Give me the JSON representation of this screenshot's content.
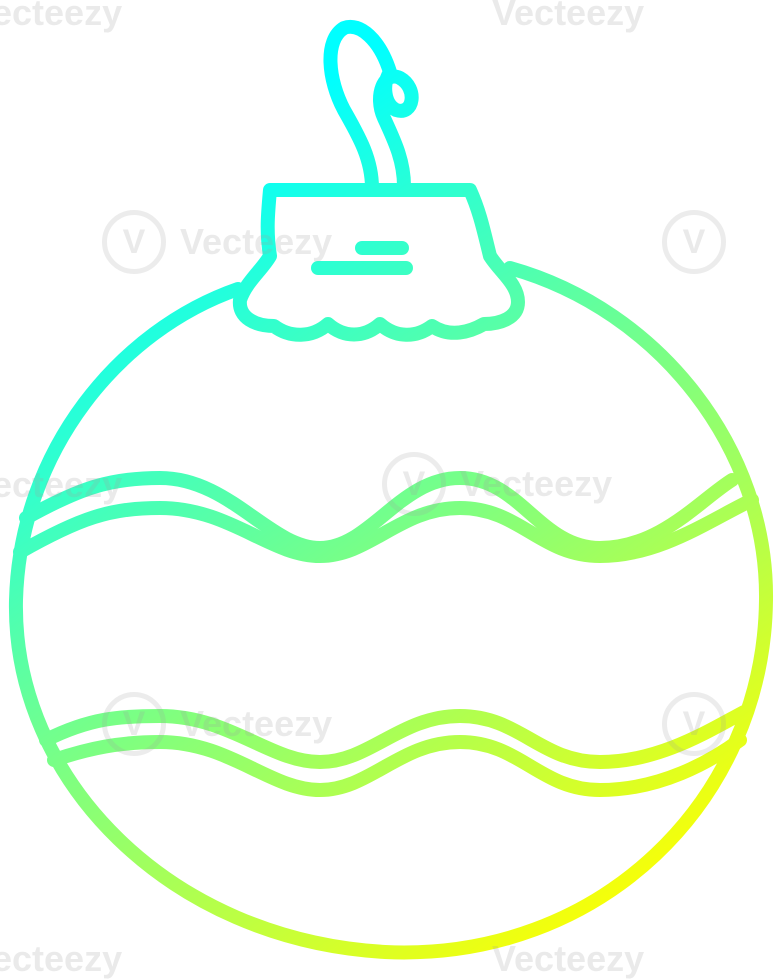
{
  "image": {
    "subject": "christmas-ornament-outline",
    "stroke_gradient": {
      "start": "#00FFFF",
      "end": "#FFFF00"
    },
    "background": "#FFFFFF"
  },
  "watermark": {
    "text": "Vecteezy",
    "top_text_left": "ecteezy",
    "top_text_right": "Vecteezy",
    "bottom_text_left": "ecteezy",
    "bottom_text_right": "Vecteezy"
  }
}
